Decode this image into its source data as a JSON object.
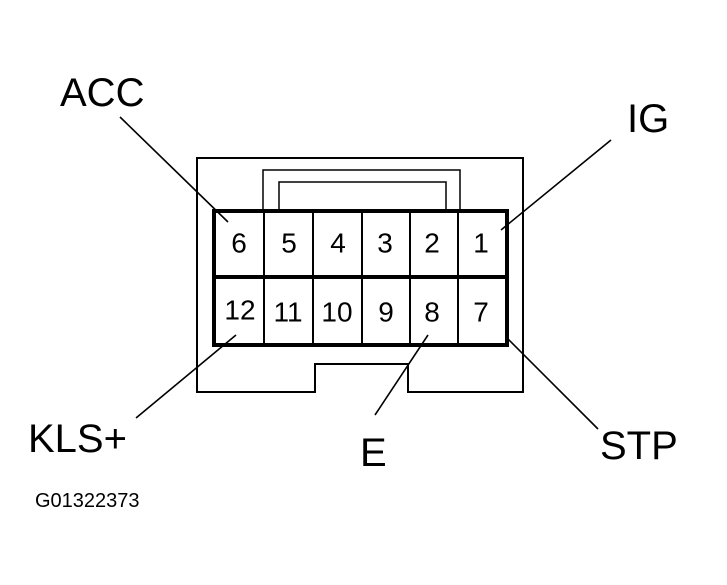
{
  "connector": {
    "top_row": [
      "6",
      "5",
      "4",
      "3",
      "2",
      "1"
    ],
    "bottom_row": [
      "12",
      "11",
      "10",
      "9",
      "8",
      "7"
    ]
  },
  "callouts": {
    "acc": "ACC",
    "ig": "IG",
    "kls": "KLS+",
    "e": "E",
    "stp": "STP"
  },
  "figure_code": "G01322373"
}
